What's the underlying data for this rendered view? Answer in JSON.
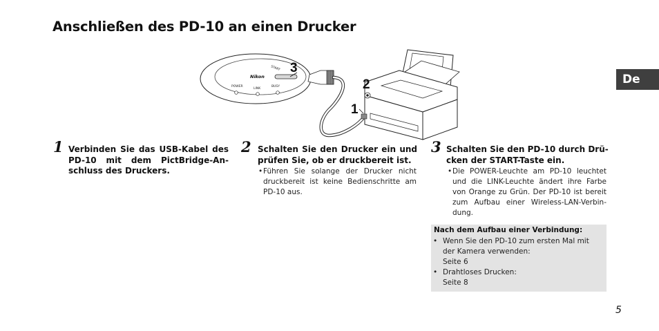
{
  "page": {
    "title": "Anschließen des PD-10 an einen Drucker",
    "language_tab": "De",
    "page_number": "5"
  },
  "illustration": {
    "brand": "Nikon",
    "start_label": "START",
    "power_label": "POWER",
    "link_label": "LINK",
    "busy_label": "BUSY",
    "callout_1": "1",
    "callout_2": "2",
    "callout_3": "3"
  },
  "steps": [
    {
      "number": "1",
      "heading_lines": [
        "Verbinden Sie das USB-Kabel des",
        "PD-10 mit dem PictBridge-An-",
        "schluss des Druckers."
      ],
      "bullet_lines": []
    },
    {
      "number": "2",
      "heading_lines": [
        "Schalten Sie den Drucker ein und",
        "prüfen Sie, ob er druckbereit ist."
      ],
      "bullet_lines": [
        "Führen Sie solange der Drucker nicht",
        "druckbereit ist keine Bedienschritte am",
        "PD-10 aus."
      ]
    },
    {
      "number": "3",
      "heading_lines": [
        "Schalten Sie den PD-10 durch Drü-",
        "cken der START-Taste ein."
      ],
      "bullet_lines": [
        "Die POWER-Leuchte am PD-10 leuchtet",
        "und die LINK-Leuchte ändert ihre Farbe",
        "von Orange zu Grün. Der PD-10 ist bereit",
        "zum Aufbau einer Wireless-LAN-Verbin-",
        "dung."
      ]
    }
  ],
  "note": {
    "title": "Nach dem Aufbau einer Verbindung:",
    "items": [
      {
        "lines": [
          "Wenn Sie den PD-10 zum ersten Mal mit",
          "der Kamera verwenden:",
          "Seite 6"
        ]
      },
      {
        "lines": [
          "Drahtloses Drucken:",
          "Seite 8"
        ]
      }
    ]
  },
  "bullet_symbol": "•"
}
